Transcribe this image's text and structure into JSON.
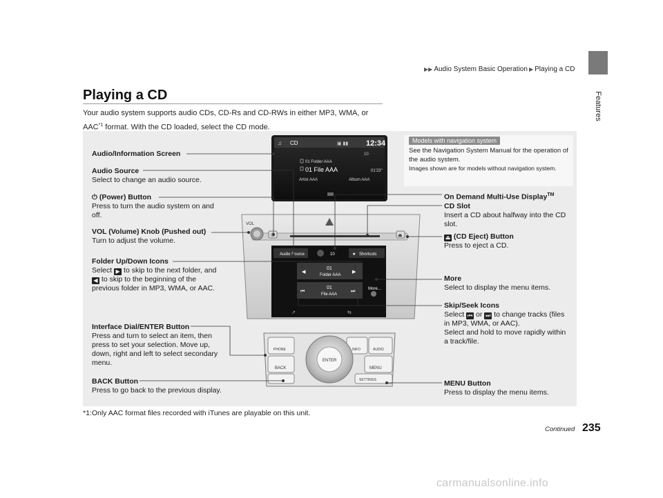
{
  "breadcrumb": {
    "section": "Audio System Basic Operation",
    "page": "Playing a CD"
  },
  "side_tab": {
    "label": "Features"
  },
  "title": "Playing a CD",
  "intro": {
    "line1": "Your audio system supports audio CDs, CD-Rs and CD-RWs in either MP3, WMA, or",
    "line2_pre": "AAC",
    "line2_sup": "*1",
    "line2_post": " format. With the CD loaded, select the CD mode."
  },
  "nav_note": {
    "tag": "Models with navigation system",
    "text": "See the Navigation System Manual for the operation of the audio system.",
    "small": "Images shown are for models without navigation system."
  },
  "callouts": {
    "audio_screen": "Audio/Information Screen",
    "audio_source_title": "Audio Source",
    "audio_source_desc": "Select to change an audio source.",
    "power_title": "(Power) Button",
    "power_desc": "Press to turn the audio system on and off.",
    "vol_title": "VOL (Volume) Knob (Pushed out)",
    "vol_desc": "Turn to adjust the volume.",
    "folder_title": "Folder Up/Down Icons",
    "folder_desc_1": "Select",
    "folder_desc_2": "to skip to the next folder, and",
    "folder_desc_3": "to skip to the beginning of the previous folder in MP3, WMA, or AAC.",
    "dial_title": "Interface Dial/ENTER Button",
    "dial_desc": "Press and turn to select an item, then press to set your selection. Move up, down, right and left to select secondary menu.",
    "back_title": "BACK Button",
    "back_desc": "Press to go back to the previous display.",
    "ondemand_title": "On Demand Multi-Use Display",
    "ondemand_tm": "TM",
    "cdslot_title": "CD Slot",
    "cdslot_desc": "Insert a CD about halfway into the CD slot.",
    "eject_title": "(CD Eject) Button",
    "eject_desc": "Press to eject a CD.",
    "more_title": "More",
    "more_desc": "Select to display the menu items.",
    "skip_title": "Skip/Seek Icons",
    "skip_desc_1": "Select",
    "skip_desc_or": "or",
    "skip_desc_2": "to change tracks (files in MP3, WMA, or AAC).",
    "skip_desc_3": "Select and hold to move rapidly within a track/file.",
    "menu_title": "MENU Button",
    "menu_desc": "Press to display the menu items."
  },
  "upper_screen": {
    "source": "CD",
    "clock": "12:34",
    "folder": "01  Folder AAA",
    "file": "01 File AAA",
    "time": "01'23\"",
    "artist": "Artist AAA",
    "album": "Album AAA",
    "volume": "10"
  },
  "lower_screen": {
    "audio_source_btn": "Audio Source",
    "volume": "10",
    "shortcuts_btn": "Shortcuts",
    "folder_num": "01",
    "folder_name": "Folder AAA",
    "file_num": "01",
    "file_name": "File AAA",
    "more_btn": "More..."
  },
  "panel_labels": {
    "vol": "VOL",
    "phone": "PHONE",
    "info": "INFO",
    "audio": "AUDIO",
    "back": "BACK",
    "enter": "ENTER",
    "menu": "MENU",
    "settings": "SETTINGS"
  },
  "footnote": "*1:Only AAC format files recorded with iTunes are playable on this unit.",
  "continued": "Continued",
  "page_number": "235",
  "watermark": "carmanualsonline.info"
}
